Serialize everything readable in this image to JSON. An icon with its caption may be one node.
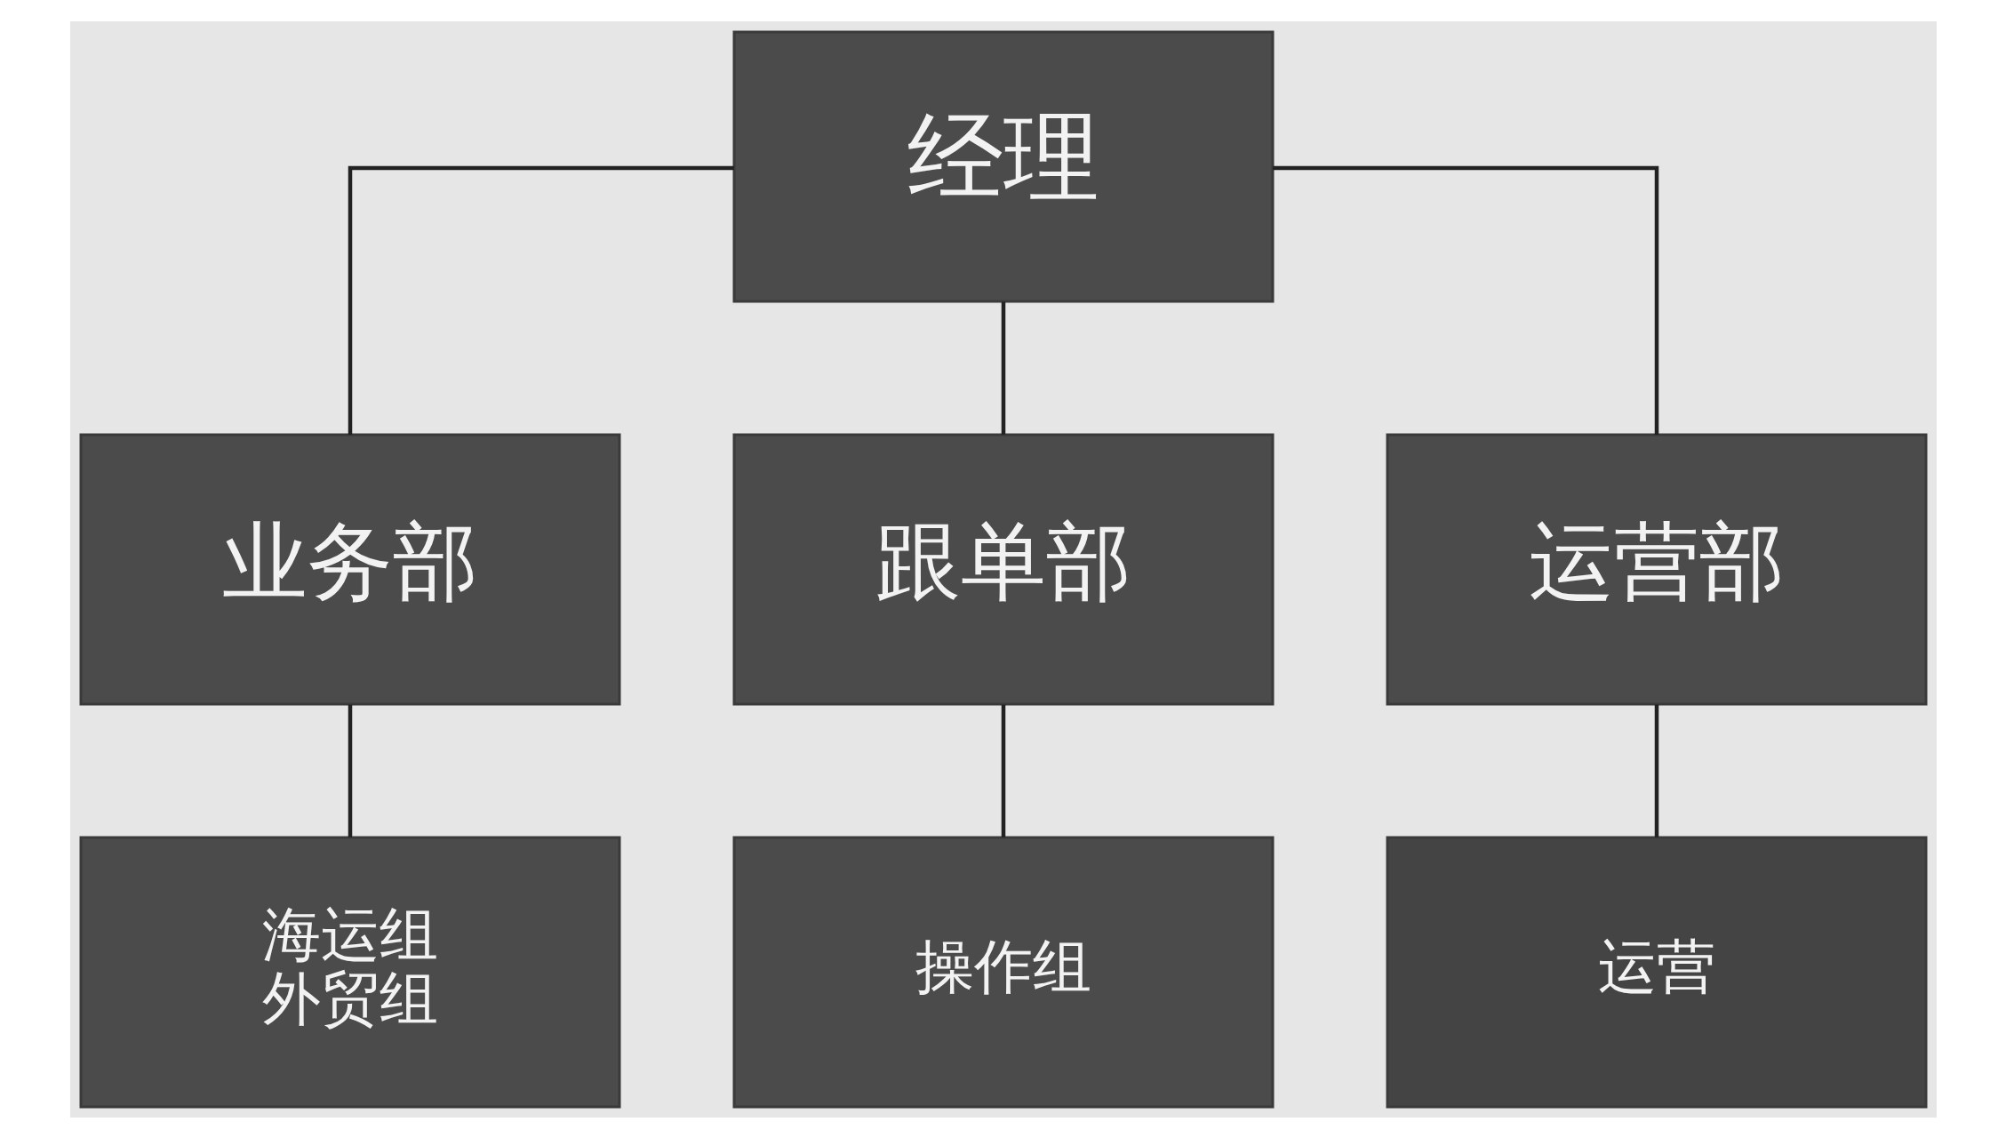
{
  "diagram": {
    "nodes": [
      {
        "text": [
          "经理"
        ]
      },
      {
        "text": [
          "业务部"
        ]
      },
      {
        "text": [
          "跟单部"
        ]
      },
      {
        "text": [
          "运营部"
        ]
      },
      {
        "text": [
          "海运组",
          "外贸组"
        ]
      },
      {
        "text": [
          "操作组"
        ]
      },
      {
        "text": [
          "运营"
        ]
      }
    ],
    "edges": [
      {
        "from": 0,
        "to": 1,
        "arrow": "none"
      },
      {
        "from": 0,
        "to": 2,
        "arrow": "none"
      },
      {
        "from": 0,
        "to": 3,
        "arrow": "none"
      },
      {
        "from": 1,
        "to": 4,
        "arrow": "none"
      },
      {
        "from": 2,
        "to": 5,
        "arrow": "none"
      },
      {
        "from": 3,
        "to": 6,
        "arrow": "none"
      }
    ]
  }
}
